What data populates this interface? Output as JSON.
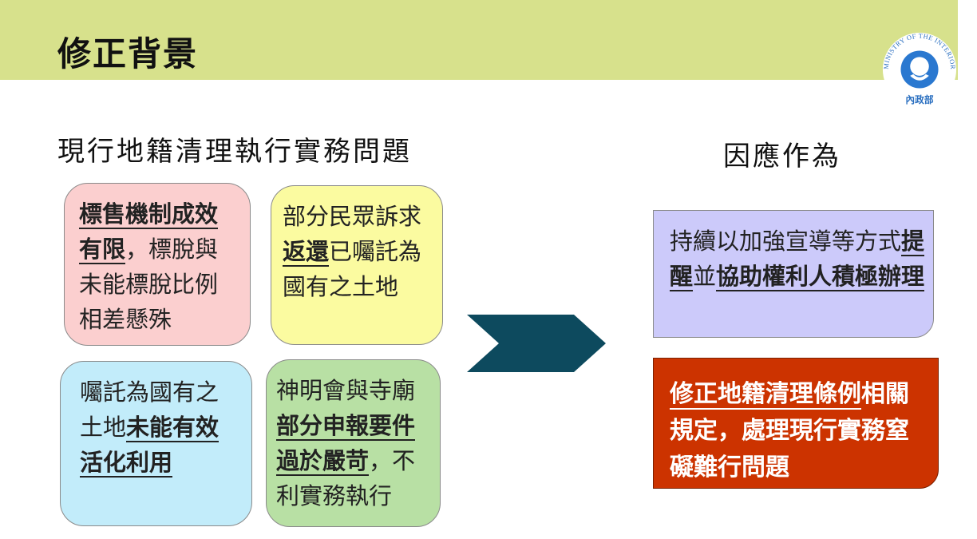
{
  "header": {
    "title": "修正背景"
  },
  "logo": {
    "ring_text": "MINISTRY OF THE INTERIOR",
    "bottom_text": "內政部",
    "colors": {
      "ring": "#2a6fc0",
      "inner": "#2a78d0"
    }
  },
  "left_heading": "現行地籍清理執行實務問題",
  "right_heading": "因應作為",
  "problems": {
    "pink": {
      "em": "標售機制成效有限",
      "rest": "，標脫與未能標脫比例相差懸殊"
    },
    "yellow": {
      "pre": "部分民眾訴求",
      "em": "返還",
      "post": "已囑託為國有之土地"
    },
    "blue": {
      "pre": "囑託為國有之土地",
      "em": "未能有效活化利用"
    },
    "green": {
      "pre": "神明會與寺廟",
      "em": "部分申報要件過於嚴苛",
      "post": "，不利實務執行"
    }
  },
  "responses": {
    "lavender": {
      "pre": "持續以加強宣導等方式",
      "em1": "提醒",
      "mid": "並",
      "em2": "協助權利人積極辦理"
    },
    "red": {
      "em": "修正地籍清理條例",
      "rest": "相關規定，處理現行實務窒礙難行問題"
    }
  },
  "colors": {
    "header_band": "#d7e18c",
    "pink": "#fbcfcf",
    "yellow": "#fbfba0",
    "blue": "#c2ecfa",
    "green": "#b8e0a4",
    "lavender": "#cccafa",
    "red": "#cc3300",
    "chevron": "#0d4a5e"
  }
}
